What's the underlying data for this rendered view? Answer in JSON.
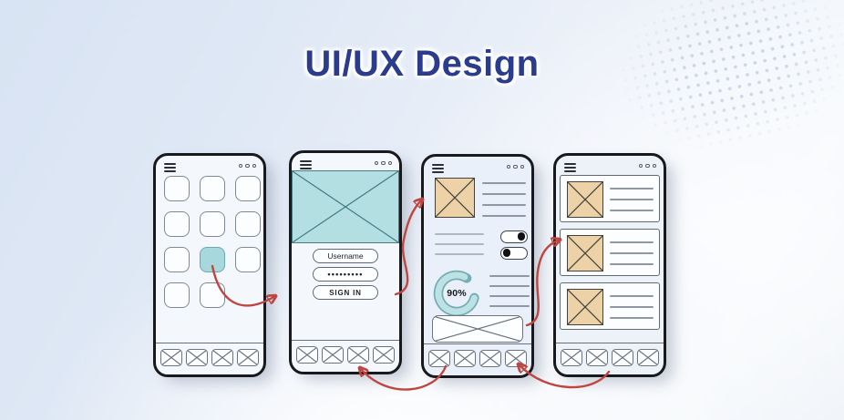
{
  "title": "UI/UX Design",
  "theme": {
    "title_color": "#2c3c8c",
    "arrow_color": "#bf4540",
    "teal_accent": "#a7d8de",
    "hero_teal": "#b4dfe2",
    "tan_placeholder": "#ecd2a6",
    "background_blue": "#d8e3f3"
  },
  "phones": [
    {
      "id": "app-grid-wireframe",
      "menu_icon": "hamburger-icon",
      "options_icon": "three-dots-icon",
      "grid_columns": 3,
      "grid_tiles": 11,
      "highlighted_tile_index": 8,
      "bottom_nav_items": 4
    },
    {
      "id": "login-wireframe",
      "hero": "image-placeholder",
      "username_value": "Username",
      "password_value": "•••••••••",
      "password_dot_count": 9,
      "signin_label": "SIGN IN",
      "bottom_nav_items": 4
    },
    {
      "id": "profile-wireframe",
      "profile_image": "image-placeholder",
      "toggle_states": [
        "on",
        "off"
      ],
      "progress_percent": 90,
      "progress_label": "90%",
      "banner": "image-placeholder",
      "bottom_nav_items": 4
    },
    {
      "id": "list-wireframe",
      "cards": 3,
      "lines_per_card": 3,
      "bottom_nav_items": 4
    }
  ],
  "flow_arrows": [
    {
      "from": "phone-1 highlighted tile",
      "to": "phone-2 login screen"
    },
    {
      "from": "phone-2 sign-in button",
      "to": "phone-3 profile image"
    },
    {
      "from": "phone-3 banner",
      "to": "phone-4 second card"
    },
    {
      "from": "phone-3 bottom nav",
      "to": "phone-2 bottom nav"
    },
    {
      "from": "phone-4 bottom nav",
      "to": "phone-3 bottom nav"
    }
  ]
}
